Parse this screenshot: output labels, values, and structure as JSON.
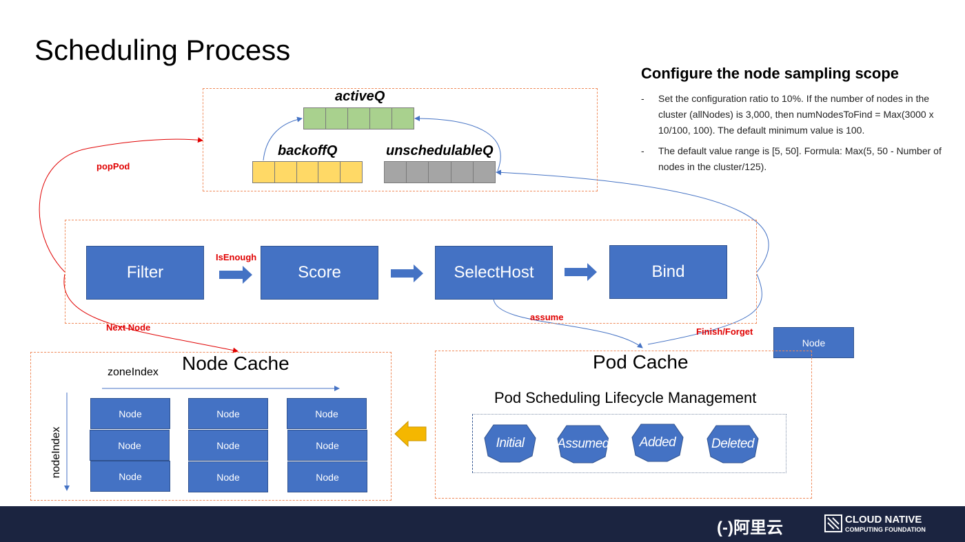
{
  "title": "Scheduling Process",
  "queues": {
    "active_label": "activeQ",
    "backoff_label": "backoffQ",
    "unschedulable_label": "unschedulableQ",
    "active_color": "#a9d18e",
    "backoff_color": "#ffd966",
    "unschedulable_color": "#a5a5a5"
  },
  "pipeline": {
    "stages": [
      "Filter",
      "Score",
      "SelectHost",
      "Bind"
    ],
    "color": "#4472c4"
  },
  "edges": {
    "pop_pod": "popPod",
    "is_enough": "IsEnough",
    "next_node": "Next Node",
    "assume": "assume",
    "finish_forget": "Finish/Forget"
  },
  "node_cache": {
    "title": "Node Cache",
    "zone_axis": "zoneIndex",
    "node_axis": "nodeIndex",
    "grid": [
      [
        "Node",
        "Node",
        "Node"
      ],
      [
        "Node",
        "Node",
        "Node"
      ],
      [
        "Node",
        "Node",
        "Node"
      ]
    ]
  },
  "floating_node": "Node",
  "pod_cache": {
    "title": "Pod Cache",
    "subtitle": "Pod Scheduling Lifecycle Management",
    "states": [
      "Initial",
      "Assumed",
      "Added",
      "Deleted"
    ]
  },
  "sidebar": {
    "heading": "Configure the node sampling scope",
    "bullets": [
      "Set the configuration ratio to 10%. If the number of nodes in the cluster (allNodes) is 3,000, then numNodesToFind = Max(3000 x 10/100, 100). The default minimum value is 100.",
      "The default value range is [5, 50]. Formula: Max(5, 50 - Number of nodes in the cluster/125)."
    ],
    "bullet_mark": "-"
  },
  "footer": {
    "alibaba_logo": "(-)阿里云",
    "cncf_line1": "CLOUD NATIVE",
    "cncf_line2": "COMPUTING FOUNDATION"
  }
}
